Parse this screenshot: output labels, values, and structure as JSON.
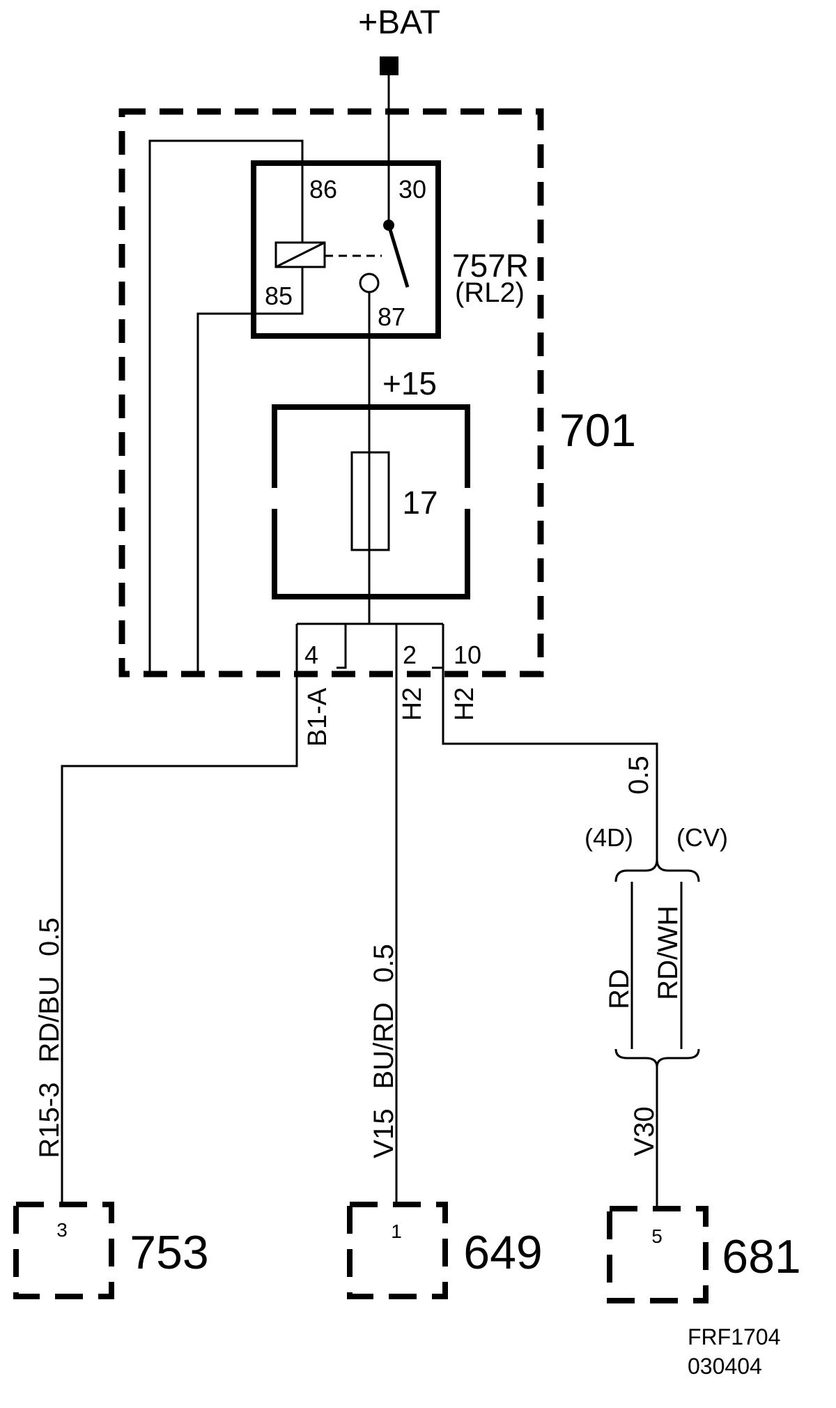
{
  "colors": {
    "ink": "#000000",
    "background": "#ffffff"
  },
  "supply": {
    "label": "+BAT"
  },
  "fuse_box": {
    "id": "701",
    "feed_label": "+15",
    "fuse_number": "17"
  },
  "relay": {
    "id": "757R",
    "position": "(RL2)",
    "pin_86": "86",
    "pin_30": "30",
    "pin_85": "85",
    "pin_87": "87"
  },
  "connector_pins": {
    "pin_4": "4",
    "pin_2": "2",
    "pin_10": "10"
  },
  "wires": {
    "to_753": {
      "connector": "B1-A",
      "label": "R15-3 RD/BU 0.5"
    },
    "to_649": {
      "connector": "H2",
      "label": "V15 BU/RD 0.5"
    },
    "to_681": {
      "connector": "H2",
      "size": "0.5",
      "variant_left": "(4D)",
      "variant_right": "(CV)",
      "color_left": "RD",
      "color_right": "RD/WH",
      "code": "V30"
    }
  },
  "components": [
    {
      "id": "753",
      "pin": "3"
    },
    {
      "id": "649",
      "pin": "1"
    },
    {
      "id": "681",
      "pin": "5"
    }
  ],
  "footer": {
    "ref": "FRF1704",
    "code": "030404"
  }
}
